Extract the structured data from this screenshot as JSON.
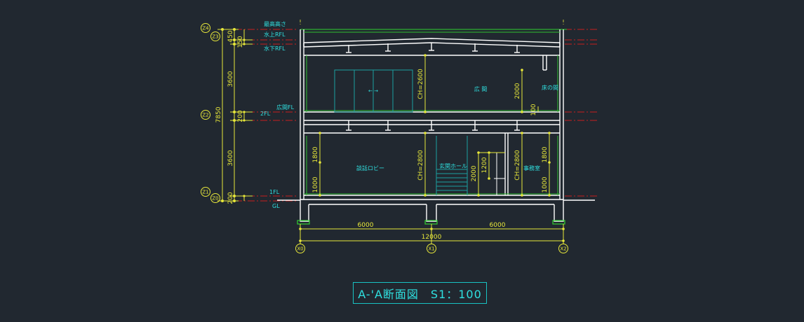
{
  "drawing_title": "A-'A断面図　S1：100",
  "levels": [
    {
      "tag": "Z4",
      "label": "最高高さ"
    },
    {
      "tag": "Z3",
      "label": "水上RFL"
    },
    {
      "label": "水下RFL"
    },
    {
      "tag": "Z2",
      "label": "2FL",
      "label2": "広間FL"
    },
    {
      "tag": "Z1",
      "label": "1FL"
    },
    {
      "tag": "Z0",
      "label": "GL"
    }
  ],
  "vertical_dims": {
    "d450": "450",
    "d150": "150",
    "d3600_upper": "3600",
    "d200_mid": "200",
    "d3600_lower": "3600",
    "d200_bottom": "200",
    "total": "7850"
  },
  "grid_axes": [
    {
      "tag": "X0"
    },
    {
      "tag": "X1"
    },
    {
      "tag": "X2"
    }
  ],
  "horizontal_dims": {
    "left_span": "6000",
    "right_span": "6000",
    "total": "12000"
  },
  "rooms": {
    "upper_hall": "広 間",
    "upper_alcove": "床の間",
    "lobby": "談話ロビー",
    "entrance_hall": "玄関ホール",
    "office": "事務室"
  },
  "room_dims": {
    "ch_upper": "CH=2600",
    "alcove_2000": "2000",
    "alcove_100": "100",
    "lobby_1800": "1800",
    "lobby_1000": "1000",
    "ch_lobby": "CH=2800",
    "hall_1200": "1200",
    "hall_2000": "2000",
    "ch_office": "CH=2800",
    "office_1800": "1800",
    "office_1000": "1000"
  },
  "sliding_door_arrows": "← →",
  "colors": {
    "background": "#212830",
    "structure": "#ffffff",
    "dimension": "#e8e83a",
    "text": "#2fe0e0",
    "level_line": "#e02020",
    "ground": "#30d030"
  }
}
